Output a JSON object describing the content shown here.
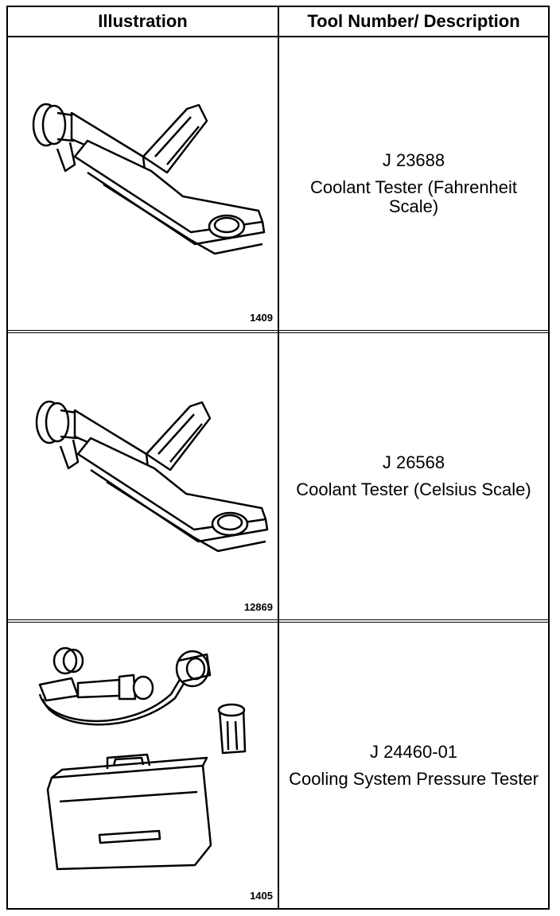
{
  "header": {
    "col1": "Illustration",
    "col2": "Tool Number/ Description"
  },
  "rows": [
    {
      "figure": "1409",
      "number": "J 23688",
      "description": "Coolant Tester (Fahrenheit Scale)"
    },
    {
      "figure": "12869",
      "number": "J 26568",
      "description": "Coolant Tester (Celsius Scale)"
    },
    {
      "figure": "1405",
      "number": "J 24460-01",
      "description": "Cooling System Pressure Tester"
    }
  ]
}
